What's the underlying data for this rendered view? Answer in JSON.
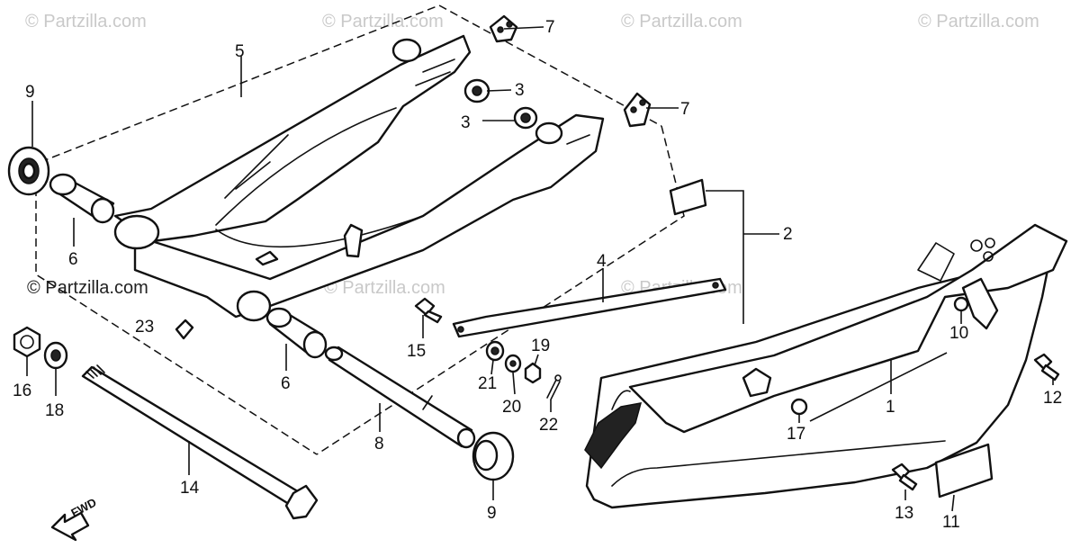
{
  "watermark": "© Partzilla.com",
  "fwd_label": "FWD",
  "callouts": [
    "1",
    "2",
    "3",
    "3",
    "4",
    "5",
    "6",
    "6",
    "7",
    "7",
    "8",
    "9",
    "9",
    "10",
    "11",
    "12",
    "13",
    "14",
    "15",
    "16",
    "17",
    "18",
    "19",
    "20",
    "21",
    "22",
    "23"
  ],
  "colors": {
    "ink": "#111111",
    "paper": "#ffffff",
    "watermark": "#c9c9c9"
  }
}
